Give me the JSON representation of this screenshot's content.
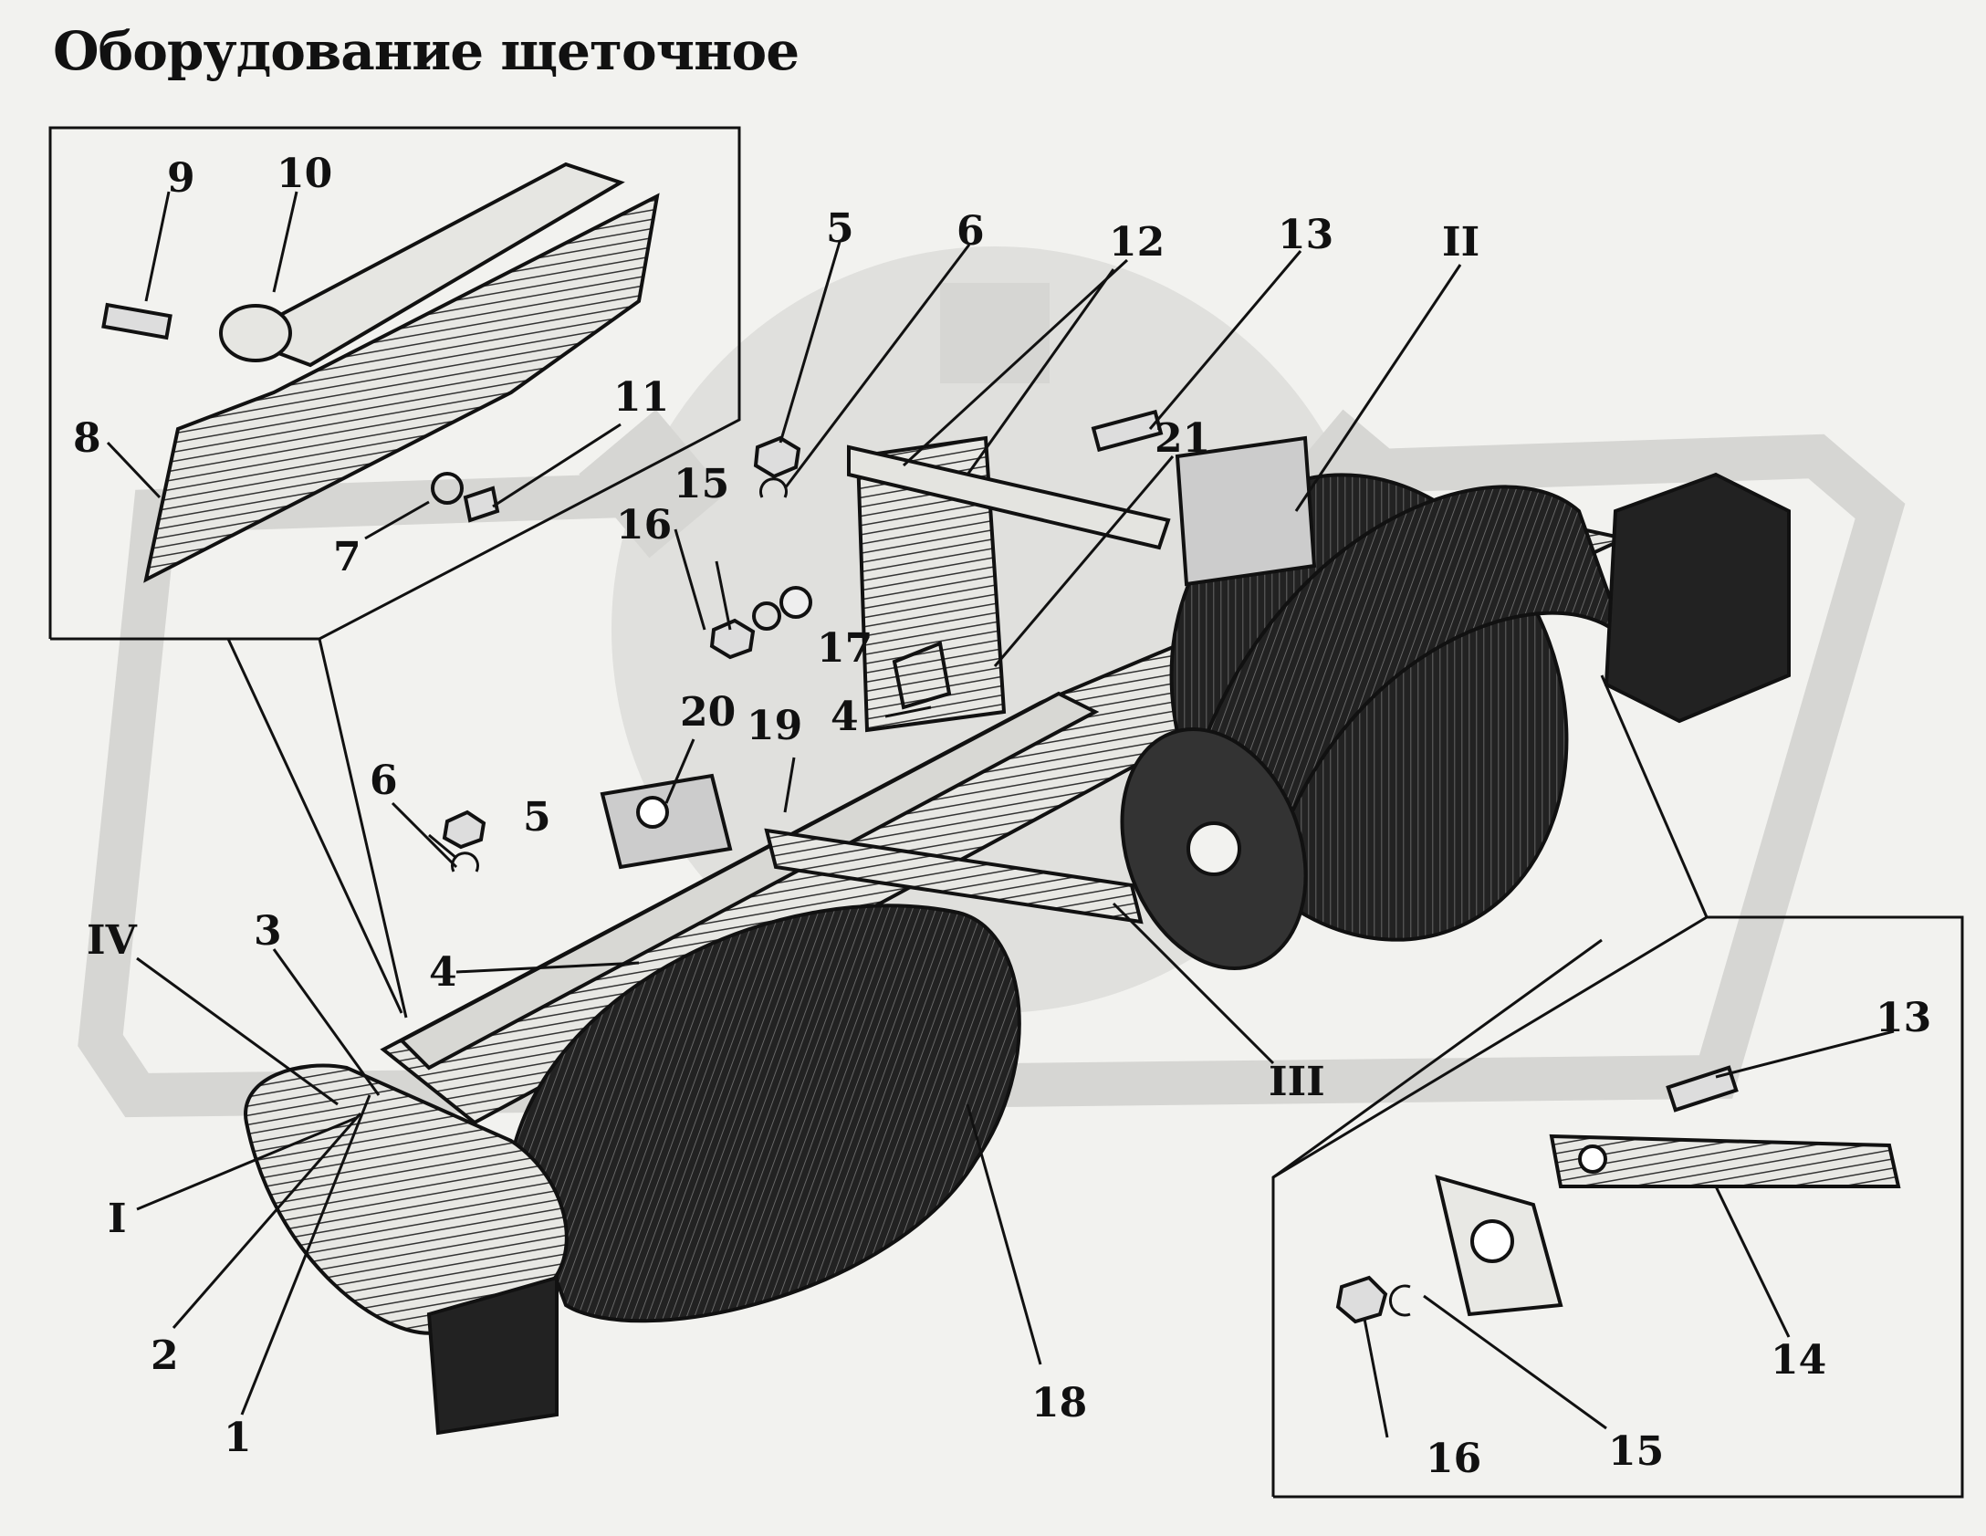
{
  "title": "Оборудование щеточное",
  "callouts": {
    "c1": "1",
    "c2": "2",
    "c3": "3",
    "c4a": "4",
    "c4b": "4",
    "c5a": "5",
    "c5b": "5",
    "c6a": "6",
    "c6b": "6",
    "c7": "7",
    "c8": "8",
    "c9": "9",
    "c10": "10",
    "c11": "11",
    "c12": "12",
    "c13a": "13",
    "c13b": "13",
    "c14": "14",
    "c15a": "15",
    "c15b": "15",
    "c16a": "16",
    "c16b": "16",
    "c17": "17",
    "c18": "18",
    "c19": "19",
    "c20": "20",
    "c21": "21",
    "rI": "I",
    "rII": "II",
    "rIII": "III",
    "rIV": "IV"
  },
  "colors": {
    "ink": "#111111",
    "paper": "#f2f2ef",
    "watermark": "#d6d6d3"
  }
}
